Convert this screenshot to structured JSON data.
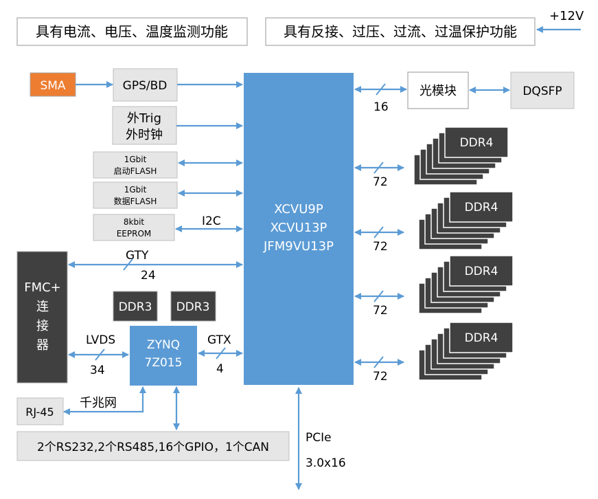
{
  "header": {
    "features_left": "具有电流、电压、温度监测功能",
    "features_right": "具有反接、过压、过流、过温保护功能",
    "power_input": "+12V"
  },
  "blocks": {
    "sma": "SMA",
    "gps": "GPS/BD",
    "trig_line1": "外Trig",
    "trig_line2": "外时钟",
    "flash_boot_line1": "1Gbit",
    "flash_boot_line2": "启动FLASH",
    "flash_data_line1": "1Gbit",
    "flash_data_line2": "数据FLASH",
    "eeprom_line1": "8kbit",
    "eeprom_line2": "EEPROM",
    "fpga_line1": "XCVU9P",
    "fpga_line2": "XCVU13P",
    "fpga_line3": "JFM9VU13P",
    "optical_module": "光模块",
    "dqsfp": "DQSFP",
    "fmc_line1": "FMC+",
    "fmc_line2": "连",
    "fmc_line3": "接",
    "fmc_line4": "器",
    "ddr3_a": "DDR3",
    "ddr3_b": "DDR3",
    "zynq_line1": "ZYNQ",
    "zynq_line2": "7Z015",
    "rj45": "RJ-45",
    "io_bar": "2个RS232,2个RS485,16个GPIO，1个CAN"
  },
  "ddr4_label": "DDR4",
  "links": {
    "i2c": "I2C",
    "gty": "GTY",
    "gty_width": "24",
    "optical_width": "16",
    "ddr4_width": "72",
    "lvds": "LVDS",
    "lvds_width": "34",
    "gtx": "GTX",
    "gtx_width": "4",
    "gigabit_eth": "千兆网",
    "pcie_line1": "PCIe",
    "pcie_line2": "3.0x16"
  },
  "colors": {
    "accent_blue": "#5B9BD5",
    "link_blue": "#4472C4",
    "gray_box": "#E7E6E6",
    "dark_box": "#404040",
    "orange": "#ED7D31"
  }
}
